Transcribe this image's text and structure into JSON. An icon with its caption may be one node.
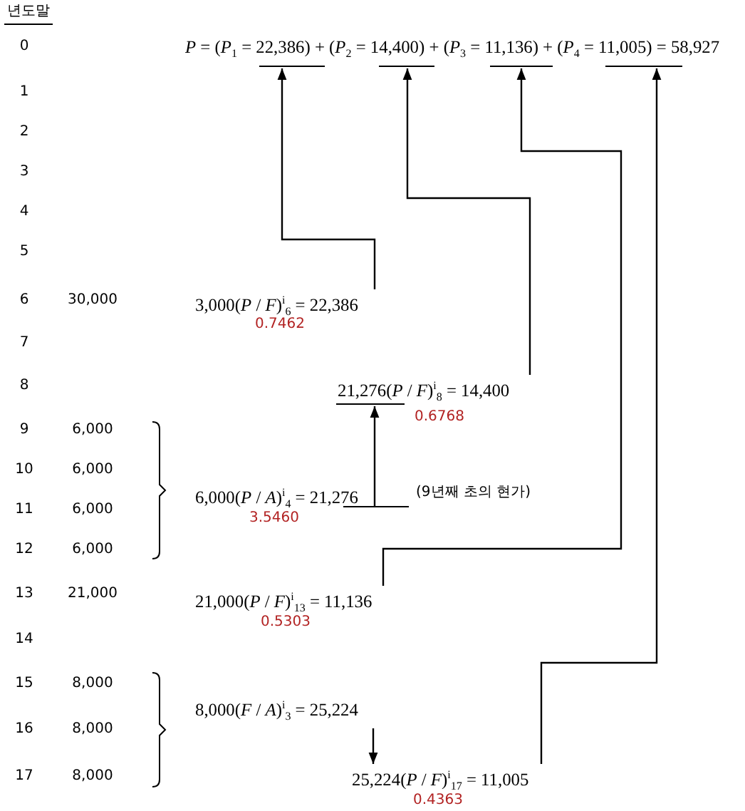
{
  "diagram": {
    "nodes": [
      {
        "text": [
          "*P* = (*P*$_{1}$ = 22,386) + (*P*$_{2}$ = 14,400) + (*P*$_{3}$ = 11,136) + (*P*$_{4}$ = 11,005) = 58,927"
        ]
      },
      {
        "text": [],
        "shape": "bar"
      },
      {
        "text": [],
        "shape": "bar"
      },
      {
        "text": [],
        "shape": "bar"
      },
      {
        "text": [],
        "shape": "bar"
      },
      {
        "text": [
          "3,000(*P* / *F*)$^{i}$$_{6}$ = 22,386"
        ],
        "beside": [
          "0.7462"
        ]
      },
      {
        "text": [],
        "shape": "bar"
      },
      {
        "text": [
          "21,276(*P* / *F*)$^{i}$$_{8}$ = 14,400"
        ],
        "beside": [
          "0.6768"
        ]
      },
      {
        "text": [
          "6,000(*P* / *A*)$^{i}$$_{4}$ = 21,276"
        ],
        "beside": [
          "3.5460"
        ]
      },
      {
        "text": [],
        "shape": "bar"
      },
      {
        "text": [
          "21,000(*P* / *F*)$^{i}$$_{13}$ = 11,136"
        ],
        "beside": [
          "0.5303"
        ]
      },
      {
        "text": [
          "8,000(*F* / *A*)$^{i}$$_{3}$ = 25,224"
        ]
      },
      {
        "text": [
          "25,224(*P* / *F*)$^{i}$$_{17}$ = 11,005"
        ],
        "beside": [
          "0.4363"
        ]
      }
    ],
    "edges": [
      {
        "from": 5,
        "to": 1,
        "arrow": "to"
      },
      {
        "from": 7,
        "to": 2,
        "arrow": "to"
      },
      {
        "from": 10,
        "to": 3,
        "arrow": "to"
      },
      {
        "from": 12,
        "to": 4,
        "arrow": "to"
      },
      {
        "from": 9,
        "to": 6,
        "arrow": "to"
      },
      {
        "from": 11,
        "to": 12,
        "arrow": "to"
      }
    ],
    "labels": [
      "년도말",
      "0",
      "1",
      "2",
      "3",
      "4",
      "5",
      "6",
      "30,000",
      "7",
      "8",
      "9",
      "6,000",
      "10",
      "6,000",
      "11",
      "6,000",
      "(9년째 초의 현가)",
      "12",
      "6,000",
      "13",
      "21,000",
      "14",
      "15",
      "8,000",
      "16",
      "8,000",
      "17",
      "8,000"
    ]
  }
}
